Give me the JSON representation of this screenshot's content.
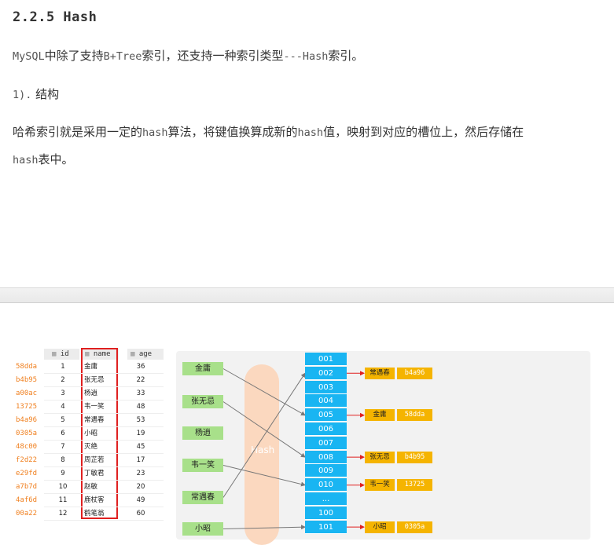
{
  "heading": "2.2.5 Hash",
  "para1": {
    "a": "MySQL",
    "b": "中除了支持",
    "c": "B+Tree",
    "d": "索引，还支持一种索引类型",
    "e": "---Hash",
    "f": "索引。"
  },
  "para2": {
    "a": "1).",
    "b": "结构"
  },
  "para3": {
    "a": "哈希索引就是采用一定的",
    "b": "hash",
    "c": "算法，将键值换算成新的",
    "d": "hash",
    "e": "值，映射到对应的槽位上，然后存储在"
  },
  "para4": {
    "a": "hash",
    "b": "表中。"
  },
  "table": {
    "headers": {
      "id": "id",
      "name": "name",
      "age": "age"
    },
    "rows": [
      {
        "hash": "58dda",
        "id": "1",
        "name": "金庸",
        "age": "36"
      },
      {
        "hash": "b4b95",
        "id": "2",
        "name": "张无忌",
        "age": "22"
      },
      {
        "hash": "a00ac",
        "id": "3",
        "name": "杨逍",
        "age": "33"
      },
      {
        "hash": "13725",
        "id": "4",
        "name": "韦一笑",
        "age": "48"
      },
      {
        "hash": "b4a96",
        "id": "5",
        "name": "常遇春",
        "age": "53"
      },
      {
        "hash": "0305a",
        "id": "6",
        "name": "小昭",
        "age": "19"
      },
      {
        "hash": "48c00",
        "id": "7",
        "name": "灭绝",
        "age": "45"
      },
      {
        "hash": "f2d22",
        "id": "8",
        "name": "周芷若",
        "age": "17"
      },
      {
        "hash": "e29fd",
        "id": "9",
        "name": "丁敏君",
        "age": "23"
      },
      {
        "hash": "a7b7d",
        "id": "10",
        "name": "赵敏",
        "age": "20"
      },
      {
        "hash": "4af6d",
        "id": "11",
        "name": "鹿杖客",
        "age": "49"
      },
      {
        "hash": "00a22",
        "id": "12",
        "name": "鹤笔翁",
        "age": "60"
      }
    ]
  },
  "diagram": {
    "keys": [
      "金庸",
      "张无忌",
      "杨逍",
      "韦一笑",
      "常遇春",
      "小昭"
    ],
    "hash_label": "Hash",
    "slots": [
      "001",
      "002",
      "003",
      "004",
      "005",
      "006",
      "007",
      "008",
      "009",
      "010",
      "...",
      "100",
      "101"
    ],
    "entries": [
      {
        "name": "常遇春",
        "hash": "b4a96"
      },
      {
        "name": "金庸",
        "hash": "58dda"
      },
      {
        "name": "张无忌",
        "hash": "b4b95"
      },
      {
        "name": "韦一笑",
        "hash": "13725"
      },
      {
        "name": "小昭",
        "hash": "0305a"
      }
    ],
    "colors": {
      "key": "#a8e08a",
      "slot": "#19b5f2",
      "entry": "#f5b400",
      "arrow": "#e02020",
      "hash": "#fbd8bf"
    }
  }
}
